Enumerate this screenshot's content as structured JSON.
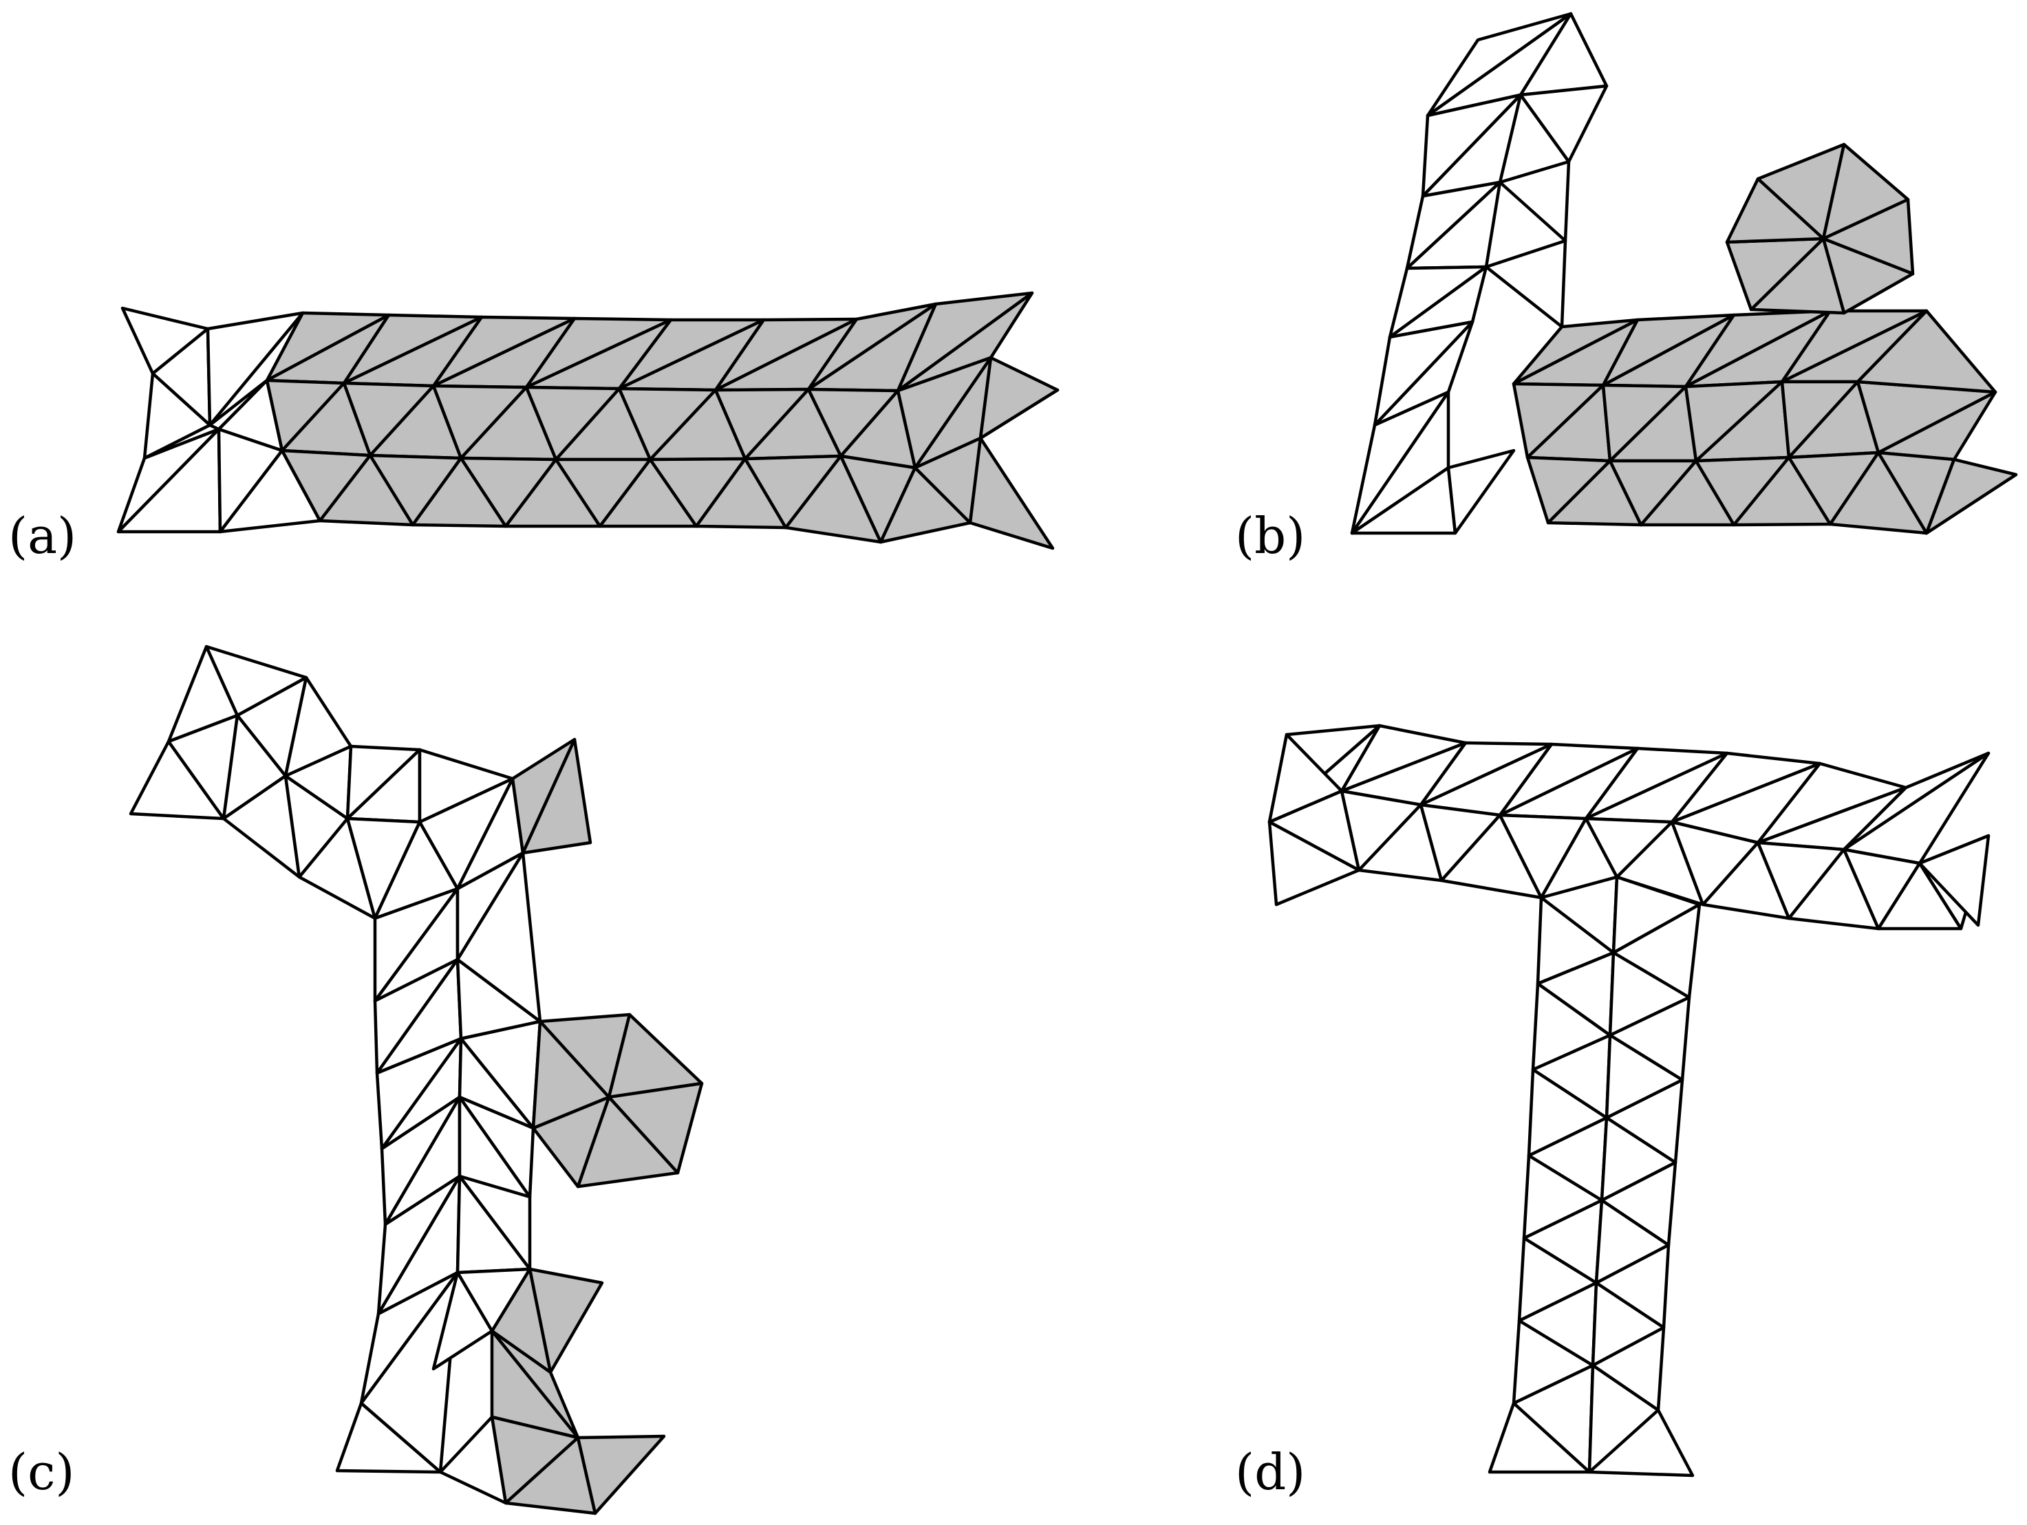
{
  "figure": {
    "panels": [
      {
        "id": "a",
        "label": "(a)"
      },
      {
        "id": "b",
        "label": "(b)"
      },
      {
        "id": "c",
        "label": "(c)"
      },
      {
        "id": "d",
        "label": "(d)"
      }
    ],
    "colors": {
      "edge": "#000000",
      "shaded_fill": "#c0c0c0",
      "unshaded_fill": "#ffffff"
    }
  }
}
